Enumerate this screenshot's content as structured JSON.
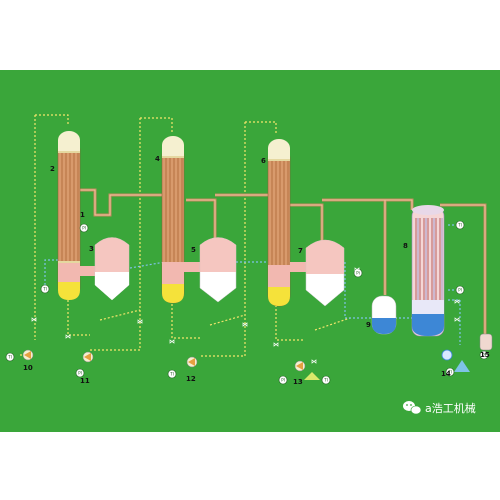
{
  "diagram": {
    "background": "#3aa63a",
    "colors": {
      "pipe_hot": "#b07b54",
      "pipe_cool": "#7ec3e6",
      "pipe_feed": "#f3e66b",
      "tube_body": "#d89a6c",
      "liquid_yellow": "#f5e23a",
      "liquid_blue": "#3d87d6",
      "vapor_pink": "#f2b8b0"
    },
    "equipment_numbers": [
      "1",
      "2",
      "3",
      "4",
      "5",
      "6",
      "7",
      "8",
      "9",
      "10",
      "11",
      "12",
      "13",
      "14",
      "15"
    ],
    "instrument_tags": [
      "TI",
      "PI",
      "TI",
      "PI",
      "TI",
      "PI",
      "TI",
      "PI",
      "TI",
      "PI",
      "TI",
      "PI"
    ],
    "watermark": {
      "icon": "wechat-icon",
      "text": "a浩工机械"
    }
  }
}
